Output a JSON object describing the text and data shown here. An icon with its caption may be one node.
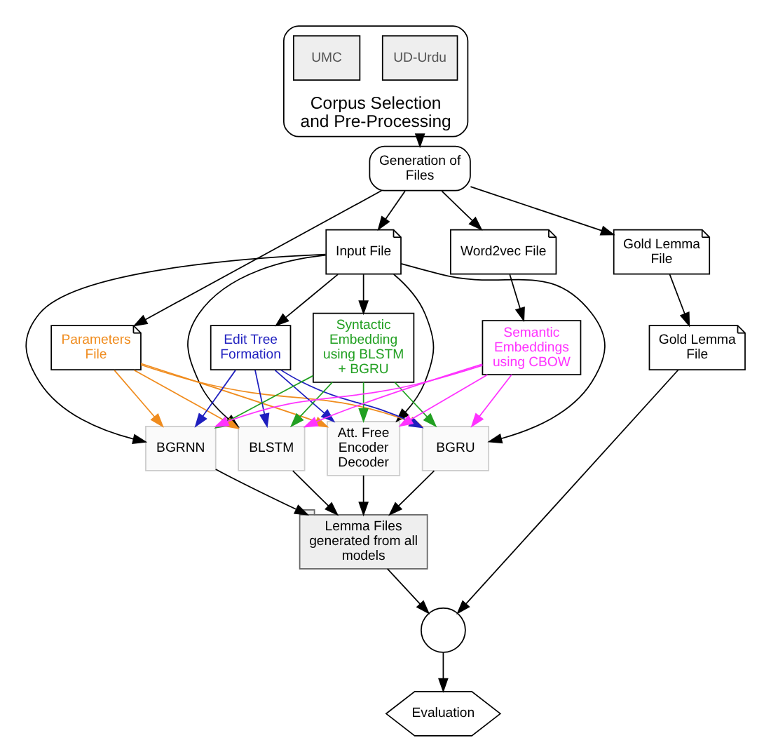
{
  "diagram": {
    "nodes": [
      {
        "text": [
          "Corpus Selection and Pre-Processing"
        ]
      },
      {
        "text": [
          "UD-Urdu"
        ],
        "in": 0
      },
      {
        "text": [
          "UMC"
        ],
        "in": 0
      },
      {
        "text": [
          "Generation of Files"
        ]
      },
      {
        "text": [
          "Input File"
        ]
      },
      {
        "text": [
          "Word2vec File"
        ]
      },
      {
        "text": [
          "Parameters File"
        ]
      },
      {
        "text": [
          "Gold Lemma File"
        ]
      },
      {
        "text": [
          "Edit Tree Formation"
        ]
      },
      {
        "text": [
          "Syntactic Embedding using BLSTM + BGRU"
        ]
      },
      {
        "text": [
          "Semantic Embeddings using CBOW"
        ]
      },
      {
        "text": [
          "BLSTM"
        ]
      },
      {
        "text": [
          "BGRU"
        ]
      },
      {
        "text": [
          "BGRNN"
        ]
      },
      {
        "text": [
          "Att. Free Encoder Decoder"
        ]
      },
      {
        "text": [
          "Lemma Files generated from all models"
        ]
      },
      {
        "text": [],
        "shape": "circle"
      },
      {
        "text": [
          "Gold Lemma File"
        ]
      },
      {
        "text": [
          "Evaluation"
        ]
      }
    ],
    "edges": [
      {
        "from": 0,
        "to": 3,
        "arrow": "to"
      },
      {
        "from": 3,
        "to": 4,
        "arrow": "to"
      },
      {
        "from": 3,
        "to": 5,
        "arrow": "to"
      },
      {
        "from": 3,
        "to": 6,
        "arrow": "to"
      },
      {
        "from": 3,
        "to": 7,
        "arrow": "to"
      },
      {
        "from": 4,
        "to": 8,
        "arrow": "to"
      },
      {
        "from": 4,
        "to": 9,
        "arrow": "to"
      },
      {
        "from": 5,
        "to": 10,
        "arrow": "to"
      },
      {
        "from": 4,
        "to": 11,
        "arrow": "to"
      },
      {
        "from": 4,
        "to": 12,
        "arrow": "to"
      },
      {
        "from": 4,
        "to": 13,
        "arrow": "to"
      },
      {
        "from": 4,
        "to": 14,
        "arrow": "to"
      },
      {
        "from": 6,
        "to": 11,
        "arrow": "to",
        "color": "#f08c1e"
      },
      {
        "from": 6,
        "to": 12,
        "arrow": "to",
        "color": "#f08c1e"
      },
      {
        "from": 6,
        "to": 13,
        "arrow": "to",
        "color": "#f08c1e"
      },
      {
        "from": 6,
        "to": 14,
        "arrow": "to",
        "color": "#f08c1e"
      },
      {
        "from": 8,
        "to": 11,
        "arrow": "to",
        "color": "#1f1fbf"
      },
      {
        "from": 8,
        "to": 12,
        "arrow": "to",
        "color": "#1f1fbf"
      },
      {
        "from": 8,
        "to": 13,
        "arrow": "to",
        "color": "#1f1fbf"
      },
      {
        "from": 8,
        "to": 14,
        "arrow": "to",
        "color": "#1f1fbf"
      },
      {
        "from": 9,
        "to": 11,
        "arrow": "to",
        "color": "#22a022"
      },
      {
        "from": 9,
        "to": 12,
        "arrow": "to",
        "color": "#22a022"
      },
      {
        "from": 9,
        "to": 13,
        "arrow": "to",
        "color": "#22a022"
      },
      {
        "from": 9,
        "to": 14,
        "arrow": "to",
        "color": "#22a022"
      },
      {
        "from": 10,
        "to": 11,
        "arrow": "to",
        "color": "#ff33ff"
      },
      {
        "from": 10,
        "to": 12,
        "arrow": "to",
        "color": "#ff33ff"
      },
      {
        "from": 10,
        "to": 13,
        "arrow": "to",
        "color": "#ff33ff"
      },
      {
        "from": 10,
        "to": 14,
        "arrow": "to",
        "color": "#ff33ff"
      },
      {
        "from": 7,
        "to": 17,
        "arrow": "to"
      },
      {
        "from": 11,
        "to": 15,
        "arrow": "to"
      },
      {
        "from": 12,
        "to": 15,
        "arrow": "to"
      },
      {
        "from": 13,
        "to": 15,
        "arrow": "to"
      },
      {
        "from": 14,
        "to": 15,
        "arrow": "to"
      },
      {
        "from": 15,
        "to": 16,
        "arrow": "to"
      },
      {
        "from": 17,
        "to": 16,
        "arrow": "to"
      },
      {
        "from": 16,
        "to": 18,
        "arrow": "to"
      }
    ]
  }
}
